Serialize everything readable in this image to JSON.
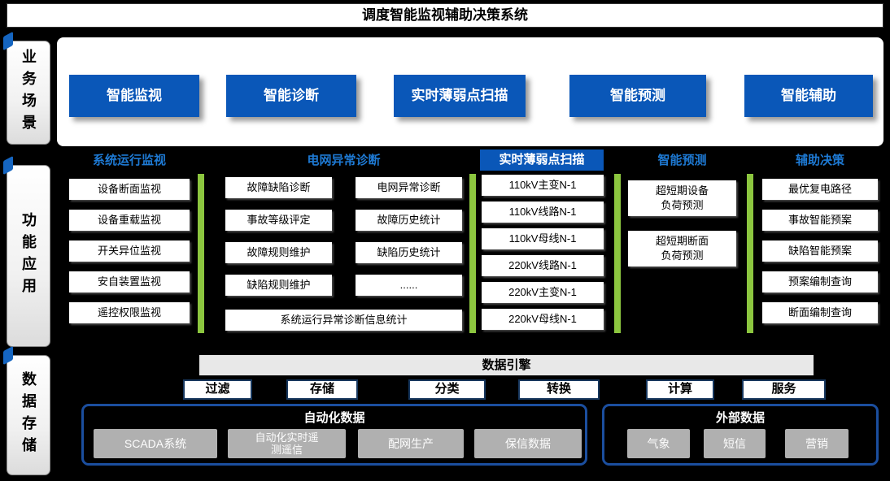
{
  "title": "调度智能监视辅助决策系统",
  "side_tabs": {
    "business": "业务场景",
    "functions": "功能应用",
    "storage": "数据存储"
  },
  "business": {
    "buttons": [
      "智能监视",
      "智能诊断",
      "实时薄弱点扫描",
      "智能预测",
      "智能辅助"
    ]
  },
  "functions": {
    "columns": [
      {
        "header": "系统运行监视",
        "items": [
          "设备断面监视",
          "设备重载监视",
          "开关异位监视",
          "安自装置监视",
          "遥控权限监视"
        ]
      },
      {
        "header": "电网异常诊断",
        "left_items": [
          "故障缺陷诊断",
          "事故等级评定",
          "故障规则维护",
          "缺陷规则维护"
        ],
        "right_items": [
          "电网异常诊断",
          "故障历史统计",
          "缺陷历史统计",
          "......"
        ],
        "footer": "系统运行异常诊断信息统计"
      },
      {
        "header": "实时薄弱点扫描",
        "items": [
          "110kV主变N-1",
          "110kV线路N-1",
          "110kV母线N-1",
          "220kV线路N-1",
          "220kV主变N-1",
          "220kV母线N-1"
        ]
      },
      {
        "header": "智能预测",
        "items": [
          "超短期设备负荷预测",
          "超短期断面负荷预测"
        ]
      },
      {
        "header": "辅助决策",
        "items": [
          "最优复电路径",
          "事故智能预案",
          "缺陷智能预案",
          "预案编制查询",
          "断面编制查询"
        ]
      }
    ]
  },
  "storage": {
    "engine_title": "数据引擎",
    "engine_ops": [
      "过滤",
      "存储",
      "分类",
      "转换",
      "计算",
      "服务"
    ],
    "groups": [
      {
        "title": "自动化数据",
        "items": [
          "SCADA系统",
          "自动化实时遥测遥信",
          "配网生产",
          "保信数据"
        ]
      },
      {
        "title": "外部数据",
        "items": [
          "气象",
          "短信",
          "营销"
        ]
      }
    ]
  },
  "colors": {
    "button_blue": "#0a57b8",
    "header_blue": "#1e7ad4",
    "divider_green": "#8cc63f",
    "engine_border_navy": "#17375e",
    "group_border_blue": "#1b4e9e",
    "gray_box": "#b0b0b0"
  }
}
